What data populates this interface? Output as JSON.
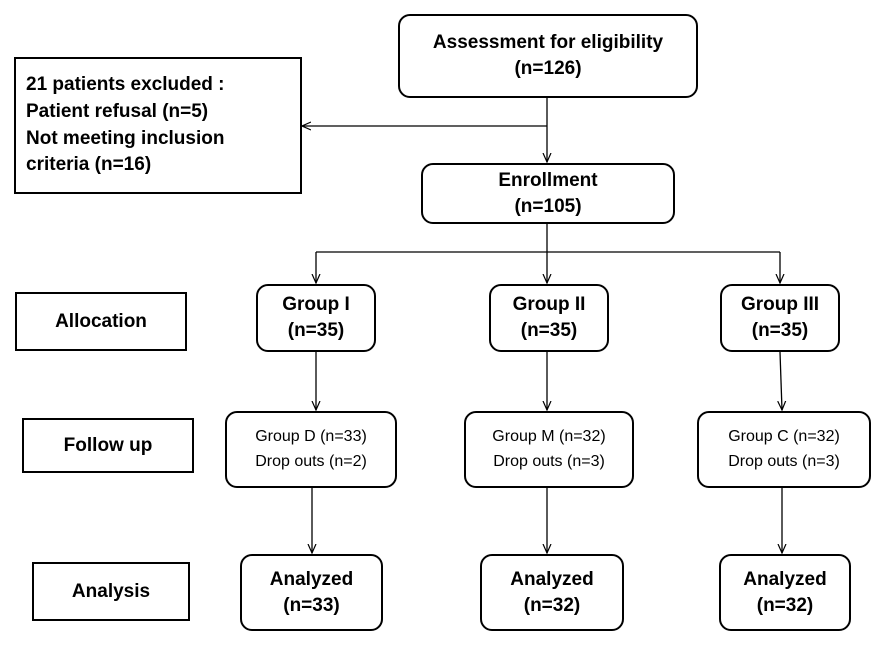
{
  "assessment": {
    "title": "Assessment for eligibility",
    "count": "(n=126)"
  },
  "excluded": {
    "line1": "21 patients excluded :",
    "line2": "Patient refusal (n=5)",
    "line3": "Not meeting inclusion",
    "line4": "criteria (n=16)"
  },
  "enrollment": {
    "title": "Enrollment",
    "count": "(n=105)"
  },
  "stages": {
    "allocation": "Allocation",
    "followup": "Follow up",
    "analysis": "Analysis"
  },
  "groups": [
    {
      "name": "Group I",
      "count": "(n=35)",
      "followup_line1": "Group D (n=33)",
      "followup_line2": "Drop outs (n=2)",
      "analyzed": "Analyzed",
      "analyzed_count": "(n=33)"
    },
    {
      "name": "Group II",
      "count": "(n=35)",
      "followup_line1": "Group M (n=32)",
      "followup_line2": "Drop outs (n=3)",
      "analyzed": "Analyzed",
      "analyzed_count": "(n=32)"
    },
    {
      "name": "Group III",
      "count": "(n=35)",
      "followup_line1": "Group C (n=32)",
      "followup_line2": "Drop outs (n=3)",
      "analyzed": "Analyzed",
      "analyzed_count": "(n=32)"
    }
  ]
}
